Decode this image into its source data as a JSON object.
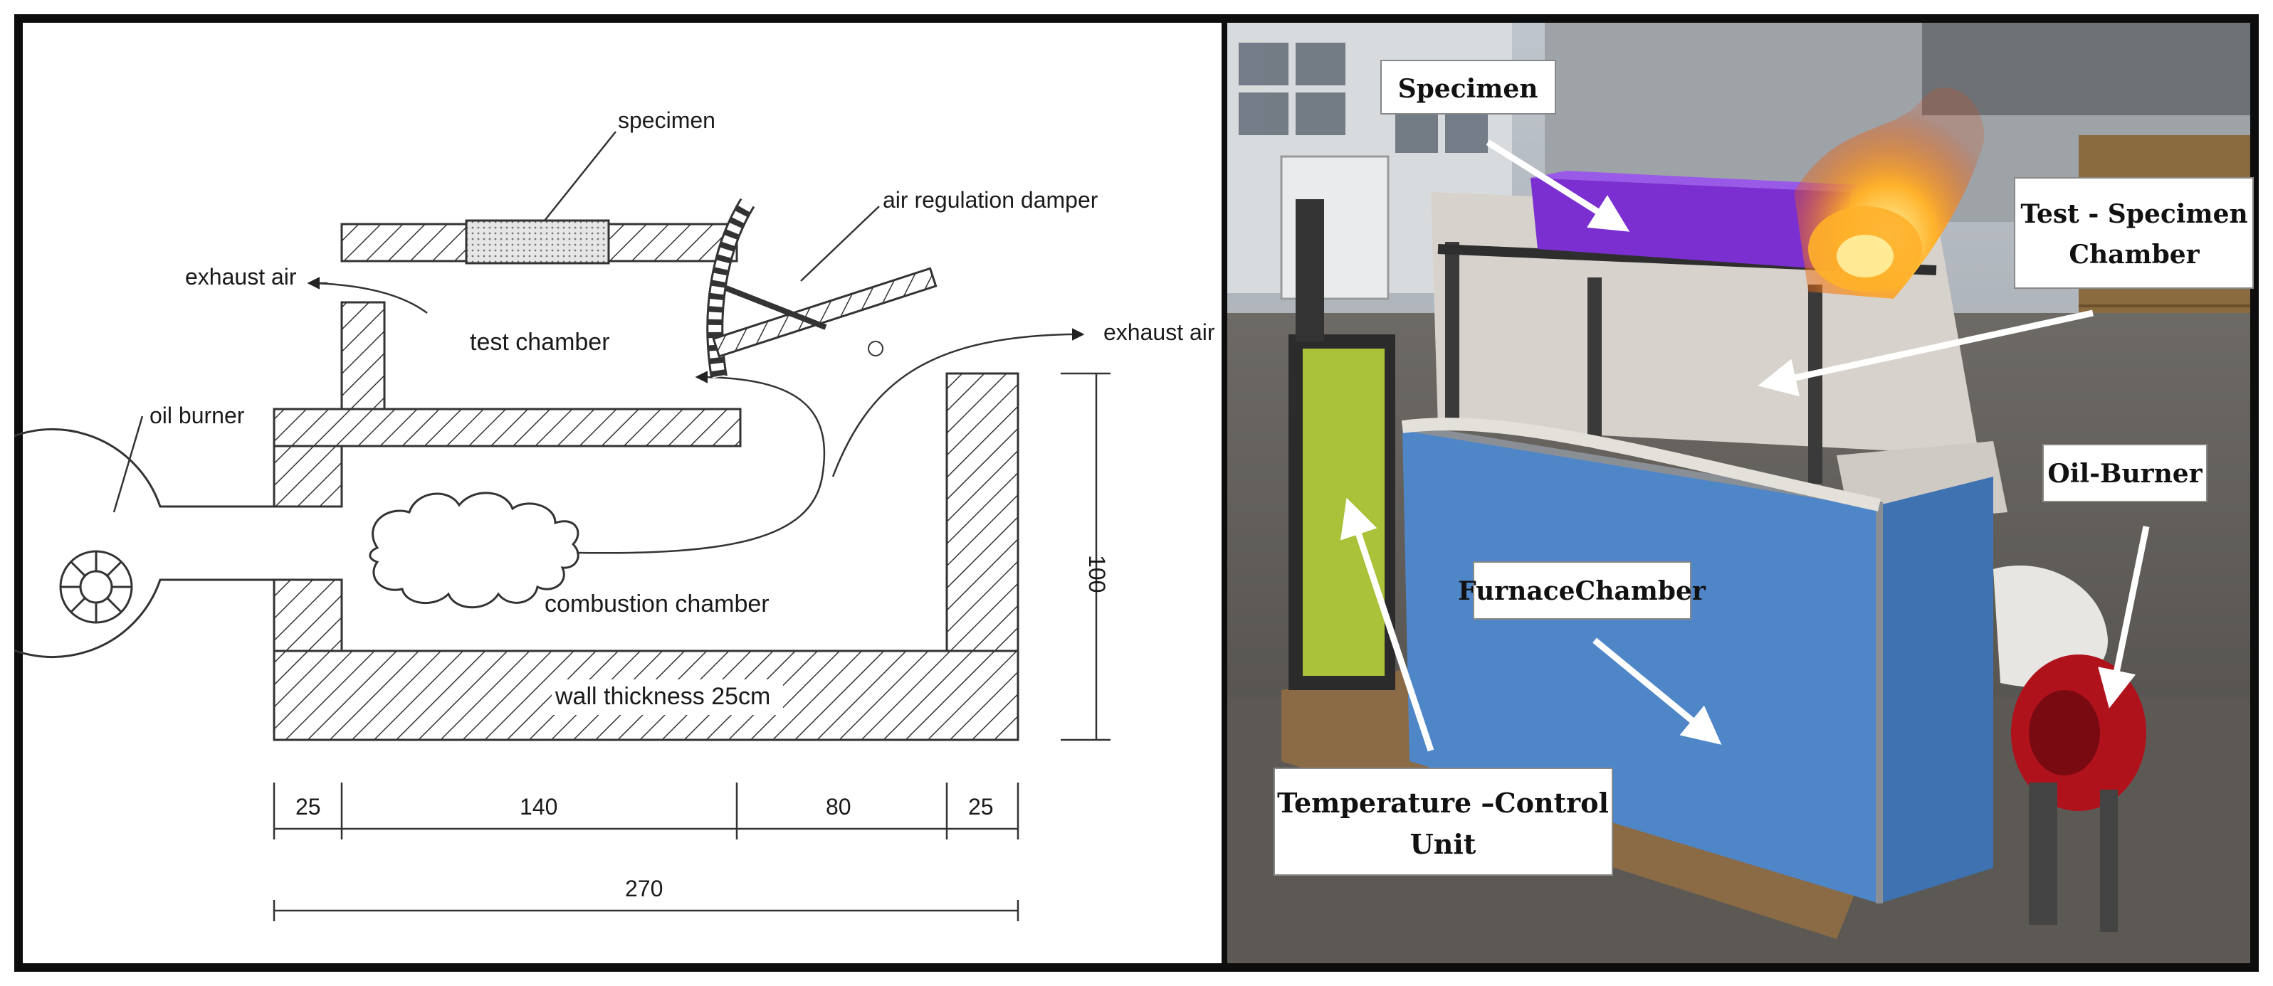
{
  "diagram": {
    "labels": {
      "specimen": "specimen",
      "air_damper": "air regulation damper",
      "exhaust_left": "exhaust air",
      "exhaust_right": "exhaust air",
      "test_chamber": "test chamber",
      "oil_burner": "oil burner",
      "combustion_chamber": "combustion chamber",
      "wall_thickness": "wall thickness 25cm"
    },
    "dimensions": {
      "d1": "25",
      "d2": "140",
      "d3": "80",
      "d4": "25",
      "total": "270",
      "height": "100"
    }
  },
  "photo": {
    "callouts": {
      "specimen": "Specimen",
      "test_chamber_line1": "Test - Specimen",
      "test_chamber_line2": "Chamber",
      "oil_burner": "Oil-Burner",
      "furnace_chamber": "FurnaceChamber",
      "temp_control_line1": "Temperature –Control",
      "temp_control_line2": "Unit"
    }
  },
  "colors": {
    "frame": "#0d0d0d",
    "specimen_purple": "#7b2fd0",
    "furnace_blue": "#4f86c8",
    "control_green": "#a9c23a",
    "flame": "#ff8a1a"
  }
}
